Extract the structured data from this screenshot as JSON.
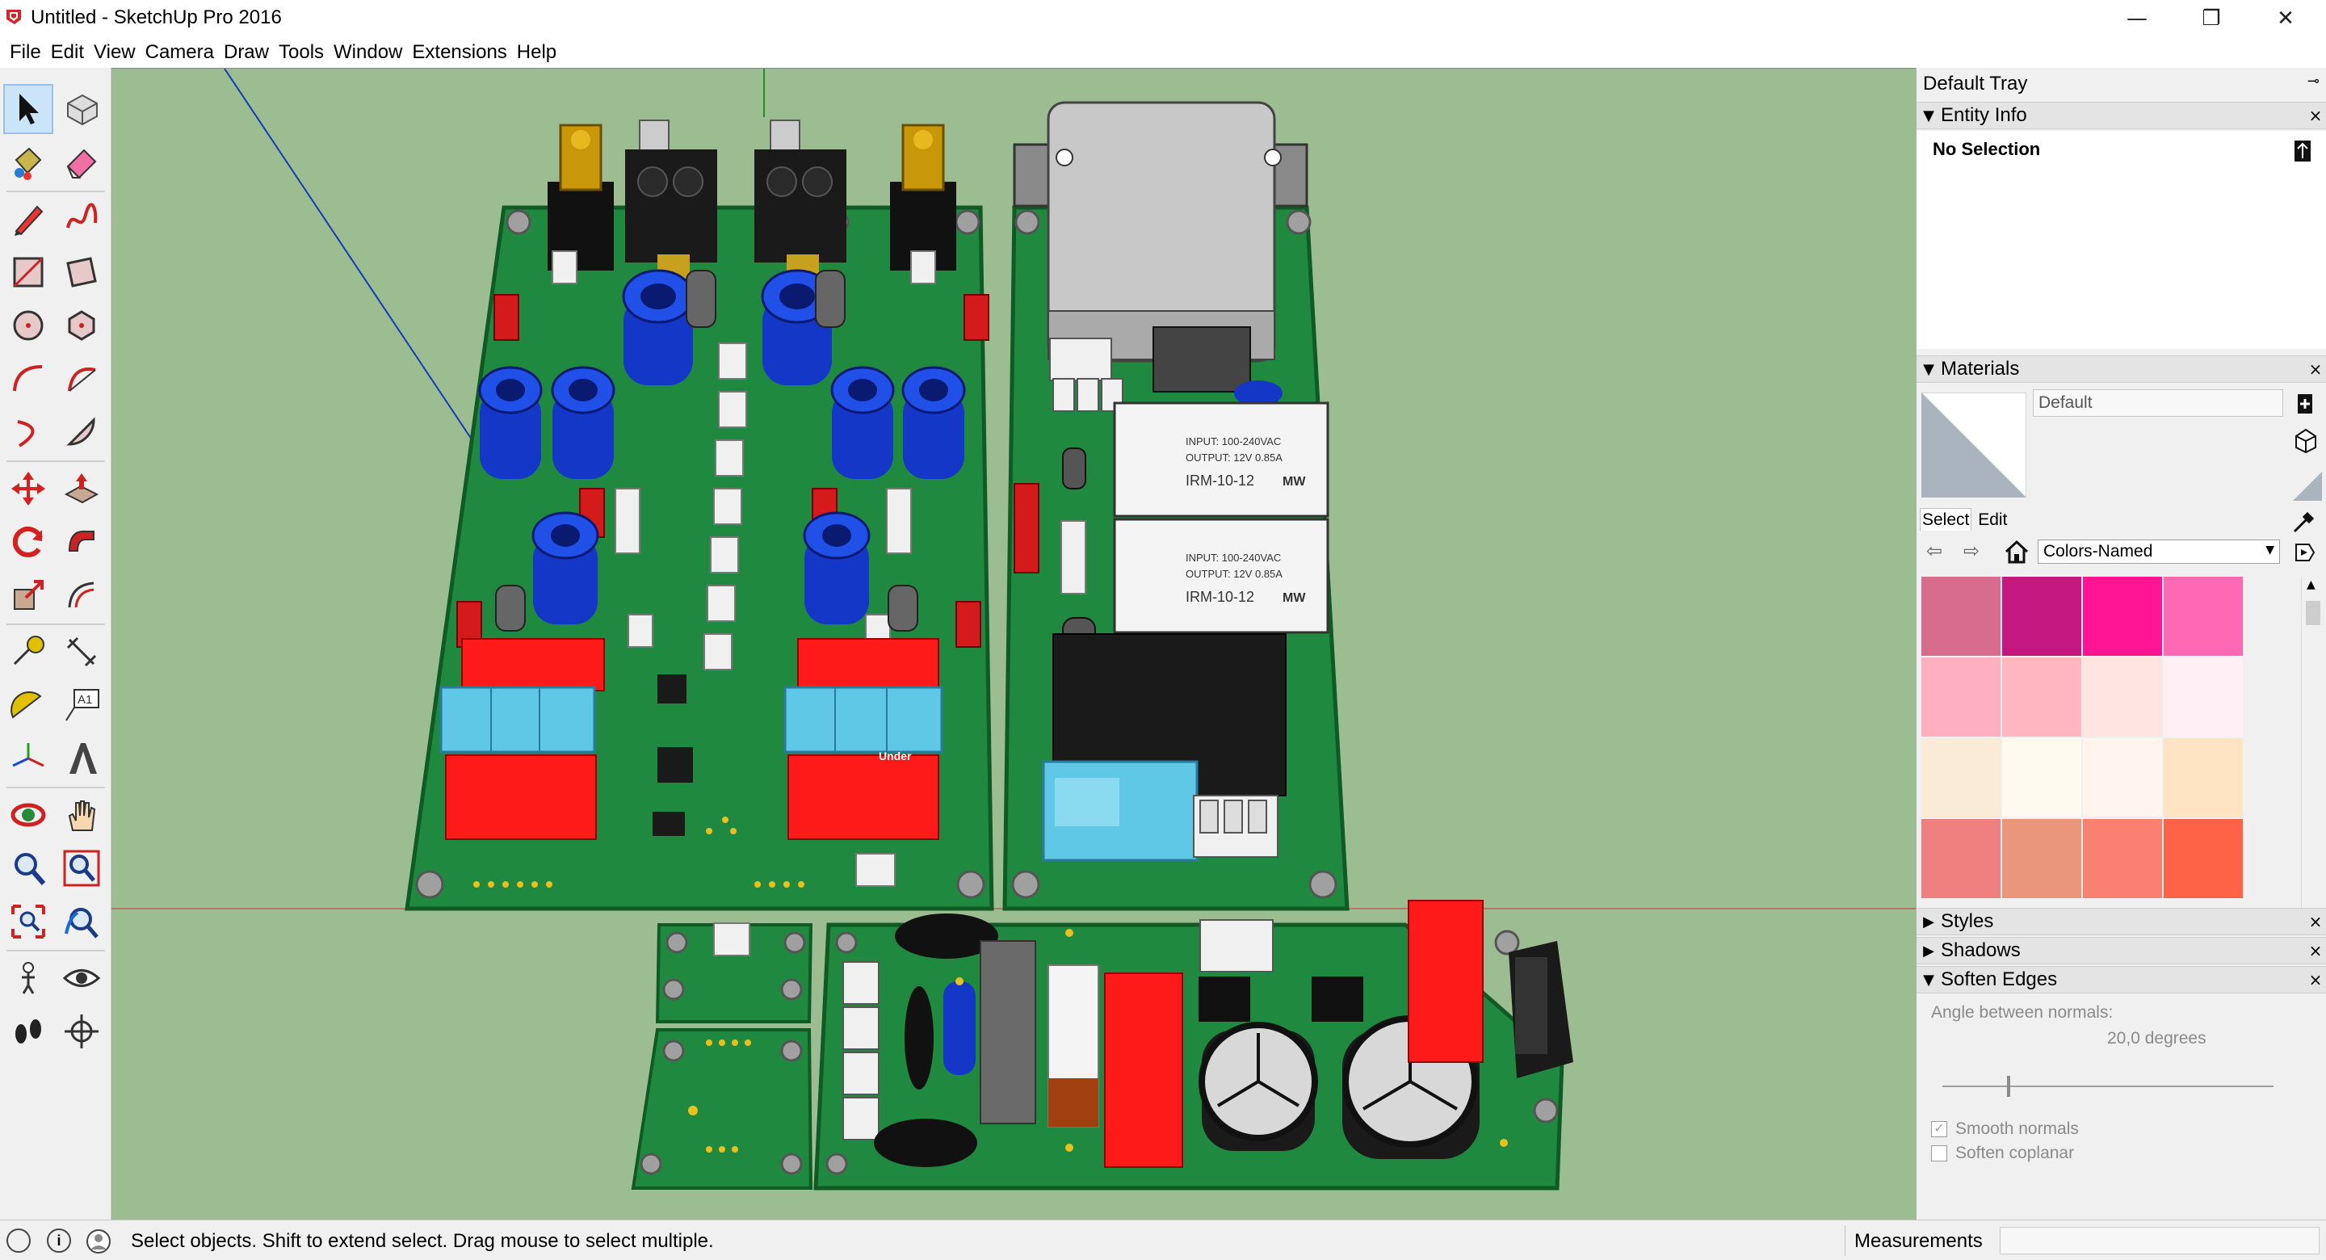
{
  "window": {
    "title": "Untitled - SketchUp Pro 2016",
    "minimize_glyph": "—",
    "restore_glyph": "❐",
    "close_glyph": "✕"
  },
  "menu": [
    "File",
    "Edit",
    "View",
    "Camera",
    "Draw",
    "Tools",
    "Window",
    "Extensions",
    "Help"
  ],
  "toolbar": {
    "tools": [
      "select-tool",
      "component-tool",
      "paint-bucket-tool",
      "eraser-tool",
      "line-tool",
      "freehand-tool",
      "rectangle-tool",
      "rotated-rectangle-tool",
      "circle-tool",
      "polygon-tool",
      "arc-tool",
      "two-point-arc-tool",
      "three-point-arc-tool",
      "pie-tool",
      "move-tool",
      "push-pull-tool",
      "rotate-tool",
      "follow-me-tool",
      "scale-tool",
      "offset-tool",
      "tape-measure-tool",
      "dimension-tool",
      "protractor-tool",
      "text-tool",
      "axes-tool",
      "3d-text-tool",
      "orbit-tool",
      "pan-tool",
      "zoom-tool",
      "zoom-window-tool",
      "zoom-extents-tool",
      "previous-view-tool",
      "position-camera-tool",
      "look-around-tool",
      "walk-tool",
      "section-plane-tool"
    ],
    "text_tool_label": "A1"
  },
  "tray": {
    "title": "Default Tray",
    "pin_glyph": "⊸",
    "entity_info": {
      "label": "Entity Info",
      "selection": "No Selection"
    },
    "materials": {
      "label": "Materials",
      "material_name": "Default",
      "tab_select": "Select",
      "tab_edit": "Edit",
      "collection": "Colors-Named",
      "swatches": [
        "#d86c8e",
        "#c4177f",
        "#ff1493",
        "#ff69b4",
        "#ffb0c0",
        "#ffb6c1",
        "#ffe4e1",
        "#fff0f5",
        "#faebd7",
        "#fffaf0",
        "#fff5ee",
        "#ffe4c4",
        "#f08080",
        "#e9967a",
        "#fa8072",
        "#ff6347"
      ]
    },
    "styles": {
      "label": "Styles"
    },
    "shadows": {
      "label": "Shadows"
    },
    "soften_edges": {
      "label": "Soften Edges",
      "angle_label": "Angle between normals:",
      "angle_value": "20,0  degrees",
      "smooth_normals": "Smooth normals",
      "soften_coplanar": "Soften coplanar"
    }
  },
  "statusbar": {
    "hint": "Select objects. Shift to extend select. Drag mouse to select multiple.",
    "measurements_label": "Measurements",
    "info_glyph": "i"
  },
  "colors": {
    "viewport_bg": "#9cbd92",
    "pcb_green": "#1f8a3f",
    "pcb_edge": "#0f5a25",
    "capacitor_blue": "#1437c8",
    "relay_red": "#ff1a1a",
    "relay_cyan": "#5fc8e6",
    "chip_black": "#1a1a1a",
    "converter_white": "#f4f4f4"
  },
  "board_labels": {
    "psu_top": "IRM-10-12",
    "psu_bottom": "IRM-10-12",
    "psu_input": "INPUT: 100-240VAC",
    "psu_output": "OUTPUT: 12V 0.85A",
    "brand": "MW",
    "silk_under": "Under"
  }
}
